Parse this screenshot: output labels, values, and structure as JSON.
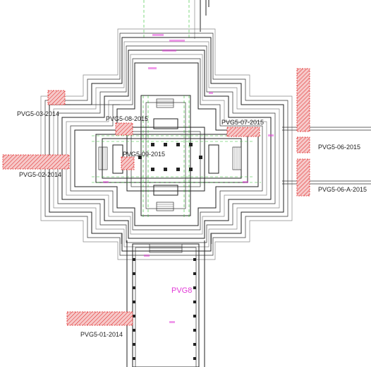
{
  "zones": [
    {
      "id": "PVG5-03-2014"
    },
    {
      "id": "PVG5-02-2014"
    },
    {
      "id": "PVG5-08-2015"
    },
    {
      "id": "PVG5-09-2015"
    },
    {
      "id": "PVG5-07-2015"
    },
    {
      "id": "PVG5-06-2015"
    },
    {
      "id": "PVG5-06-A-2015"
    },
    {
      "id": "PVG5-01-2014"
    }
  ],
  "structure_label": "PVG8",
  "colors": {
    "hatch": "#e02020",
    "hatch_fill": "#f6c9c9",
    "annotation": "#e23ad7",
    "gridline": "#2fbf2f",
    "wall": "#222222"
  }
}
